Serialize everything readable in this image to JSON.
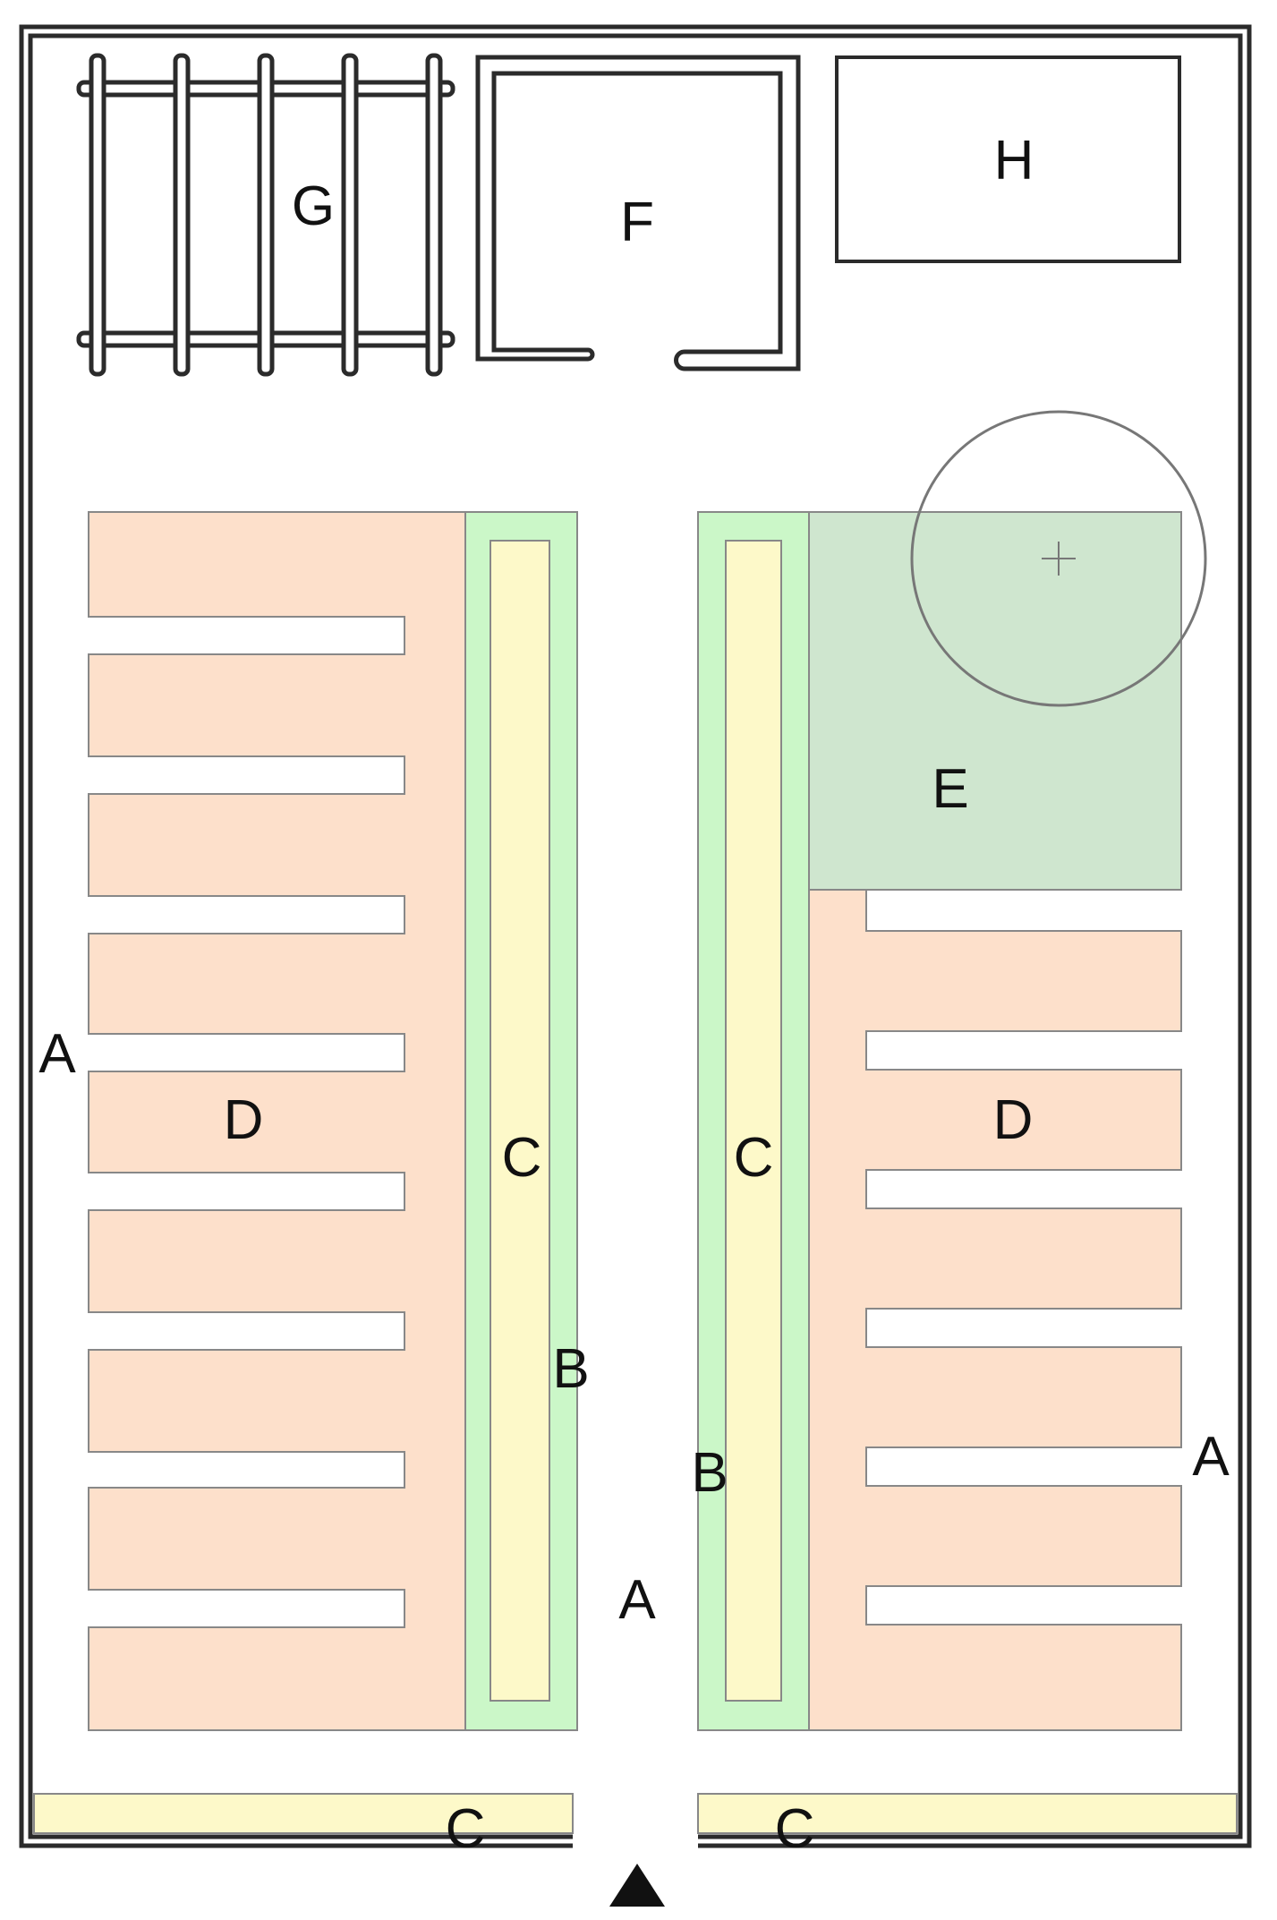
{
  "labels": {
    "g": "G",
    "f": "F",
    "h": "H",
    "e": "E",
    "d_left": "D",
    "d_right": "D",
    "c_left_strip": "C",
    "c_right_strip": "C",
    "c_bottom_left": "C",
    "c_bottom_right": "C",
    "b_left": "B",
    "b_right": "B",
    "a_left": "A",
    "a_center": "A",
    "a_right": "A"
  },
  "colors": {
    "background": "#ffffff",
    "wall": "#2b2b2b",
    "zone_d": "#fde0cb",
    "zone_b": "#cbf7c8",
    "zone_c": "#fdf9c9",
    "zone_e": "#cfe6cf",
    "outline": "#888888",
    "label": "#111111"
  }
}
